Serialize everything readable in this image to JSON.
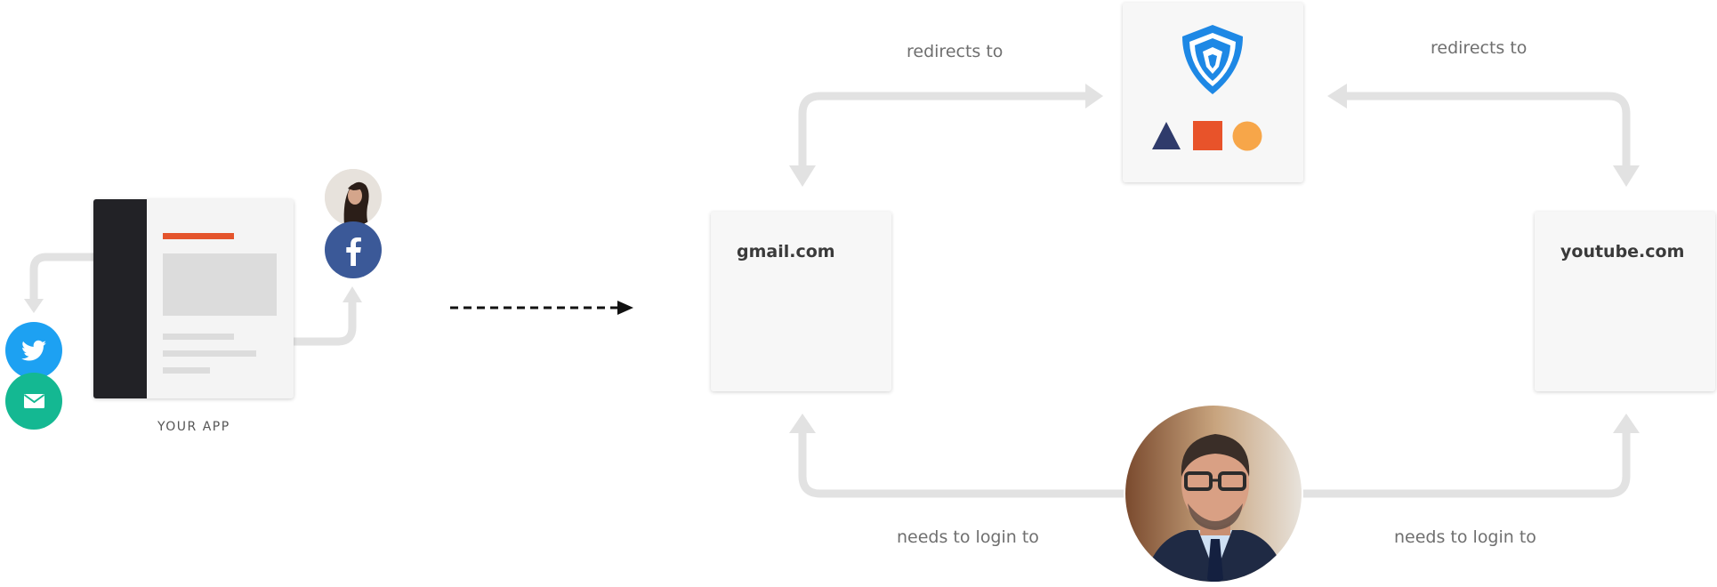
{
  "app": {
    "caption": "YOUR APP"
  },
  "sites": {
    "left": "gmail.com",
    "right": "youtube.com"
  },
  "edges": {
    "redirects_left": "redirects to",
    "redirects_right": "redirects to",
    "login_left": "needs to login to",
    "login_right": "needs to login to"
  },
  "icons": {
    "shield": "shield-icon",
    "shapes": [
      "triangle-icon",
      "square-icon",
      "circle-icon"
    ],
    "social": [
      "twitter-icon",
      "email-icon",
      "facebook-icon"
    ]
  },
  "colors": {
    "app_orange": "#e4542c",
    "app_sidebar": "#222226",
    "shield_blue": "#1e88e5",
    "triangle": "#2f3b6b",
    "square": "#e8532a",
    "circle": "#f7a649",
    "twitter": "#1da1f2",
    "email": "#14b892",
    "facebook": "#3b5998",
    "connector": "#e2e2e2",
    "dashed_arrow": "#111111"
  }
}
